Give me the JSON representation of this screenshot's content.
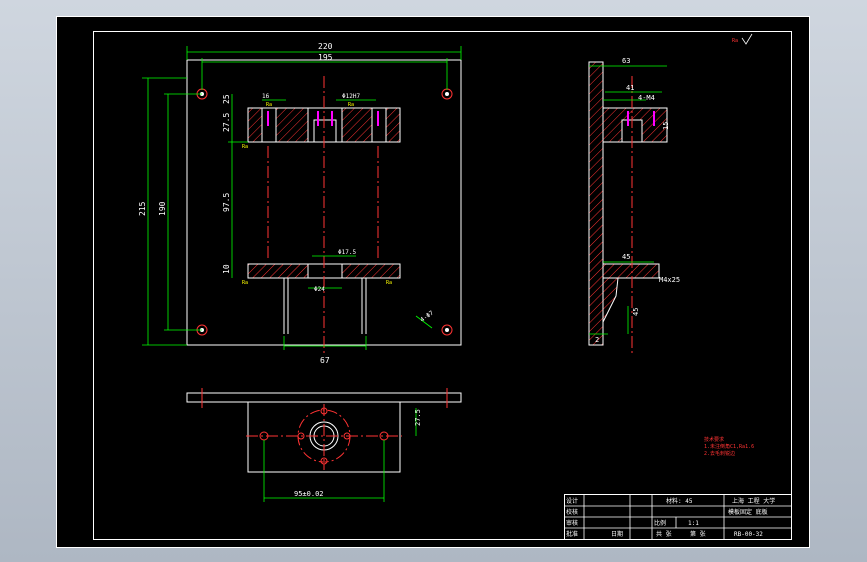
{
  "dims": {
    "width_220": "220",
    "width_195": "195",
    "height_215": "215",
    "height_190": "190",
    "d25": "25",
    "d275": "27.5",
    "d975": "97.5",
    "d67": "67",
    "d95": "95±0.02",
    "d275_bottom": "27.5",
    "d63": "63",
    "d41": "41",
    "d45": "45",
    "d45b": "45",
    "d4m4": "4-M4",
    "m4x25": "M4x25",
    "phi24": "Φ24",
    "phi175": "Φ17.5",
    "d16": "16",
    "d10": "10",
    "d2": "2",
    "d15": "15",
    "phi_h7": "Φ12H7",
    "ra": "Ra",
    "ang": "4-Φ7"
  },
  "notes": {
    "line1": "技术要求",
    "line2": "1.未注倒角C1,Ra1.6",
    "line3": "2.去毛刺锐边"
  },
  "title_block": {
    "design": "设计",
    "check": "校核",
    "audit": "审核",
    "approve": "批准",
    "material": "材料: 45",
    "scale_label": "比例",
    "scale_value": "1:1",
    "total": "共 张",
    "sheet": "第 张",
    "drawing_name": "模板固定 底板",
    "school": "上海 工程 大学",
    "drawing_no": "RB-00-32",
    "date": "日期"
  },
  "mark": "Ra"
}
